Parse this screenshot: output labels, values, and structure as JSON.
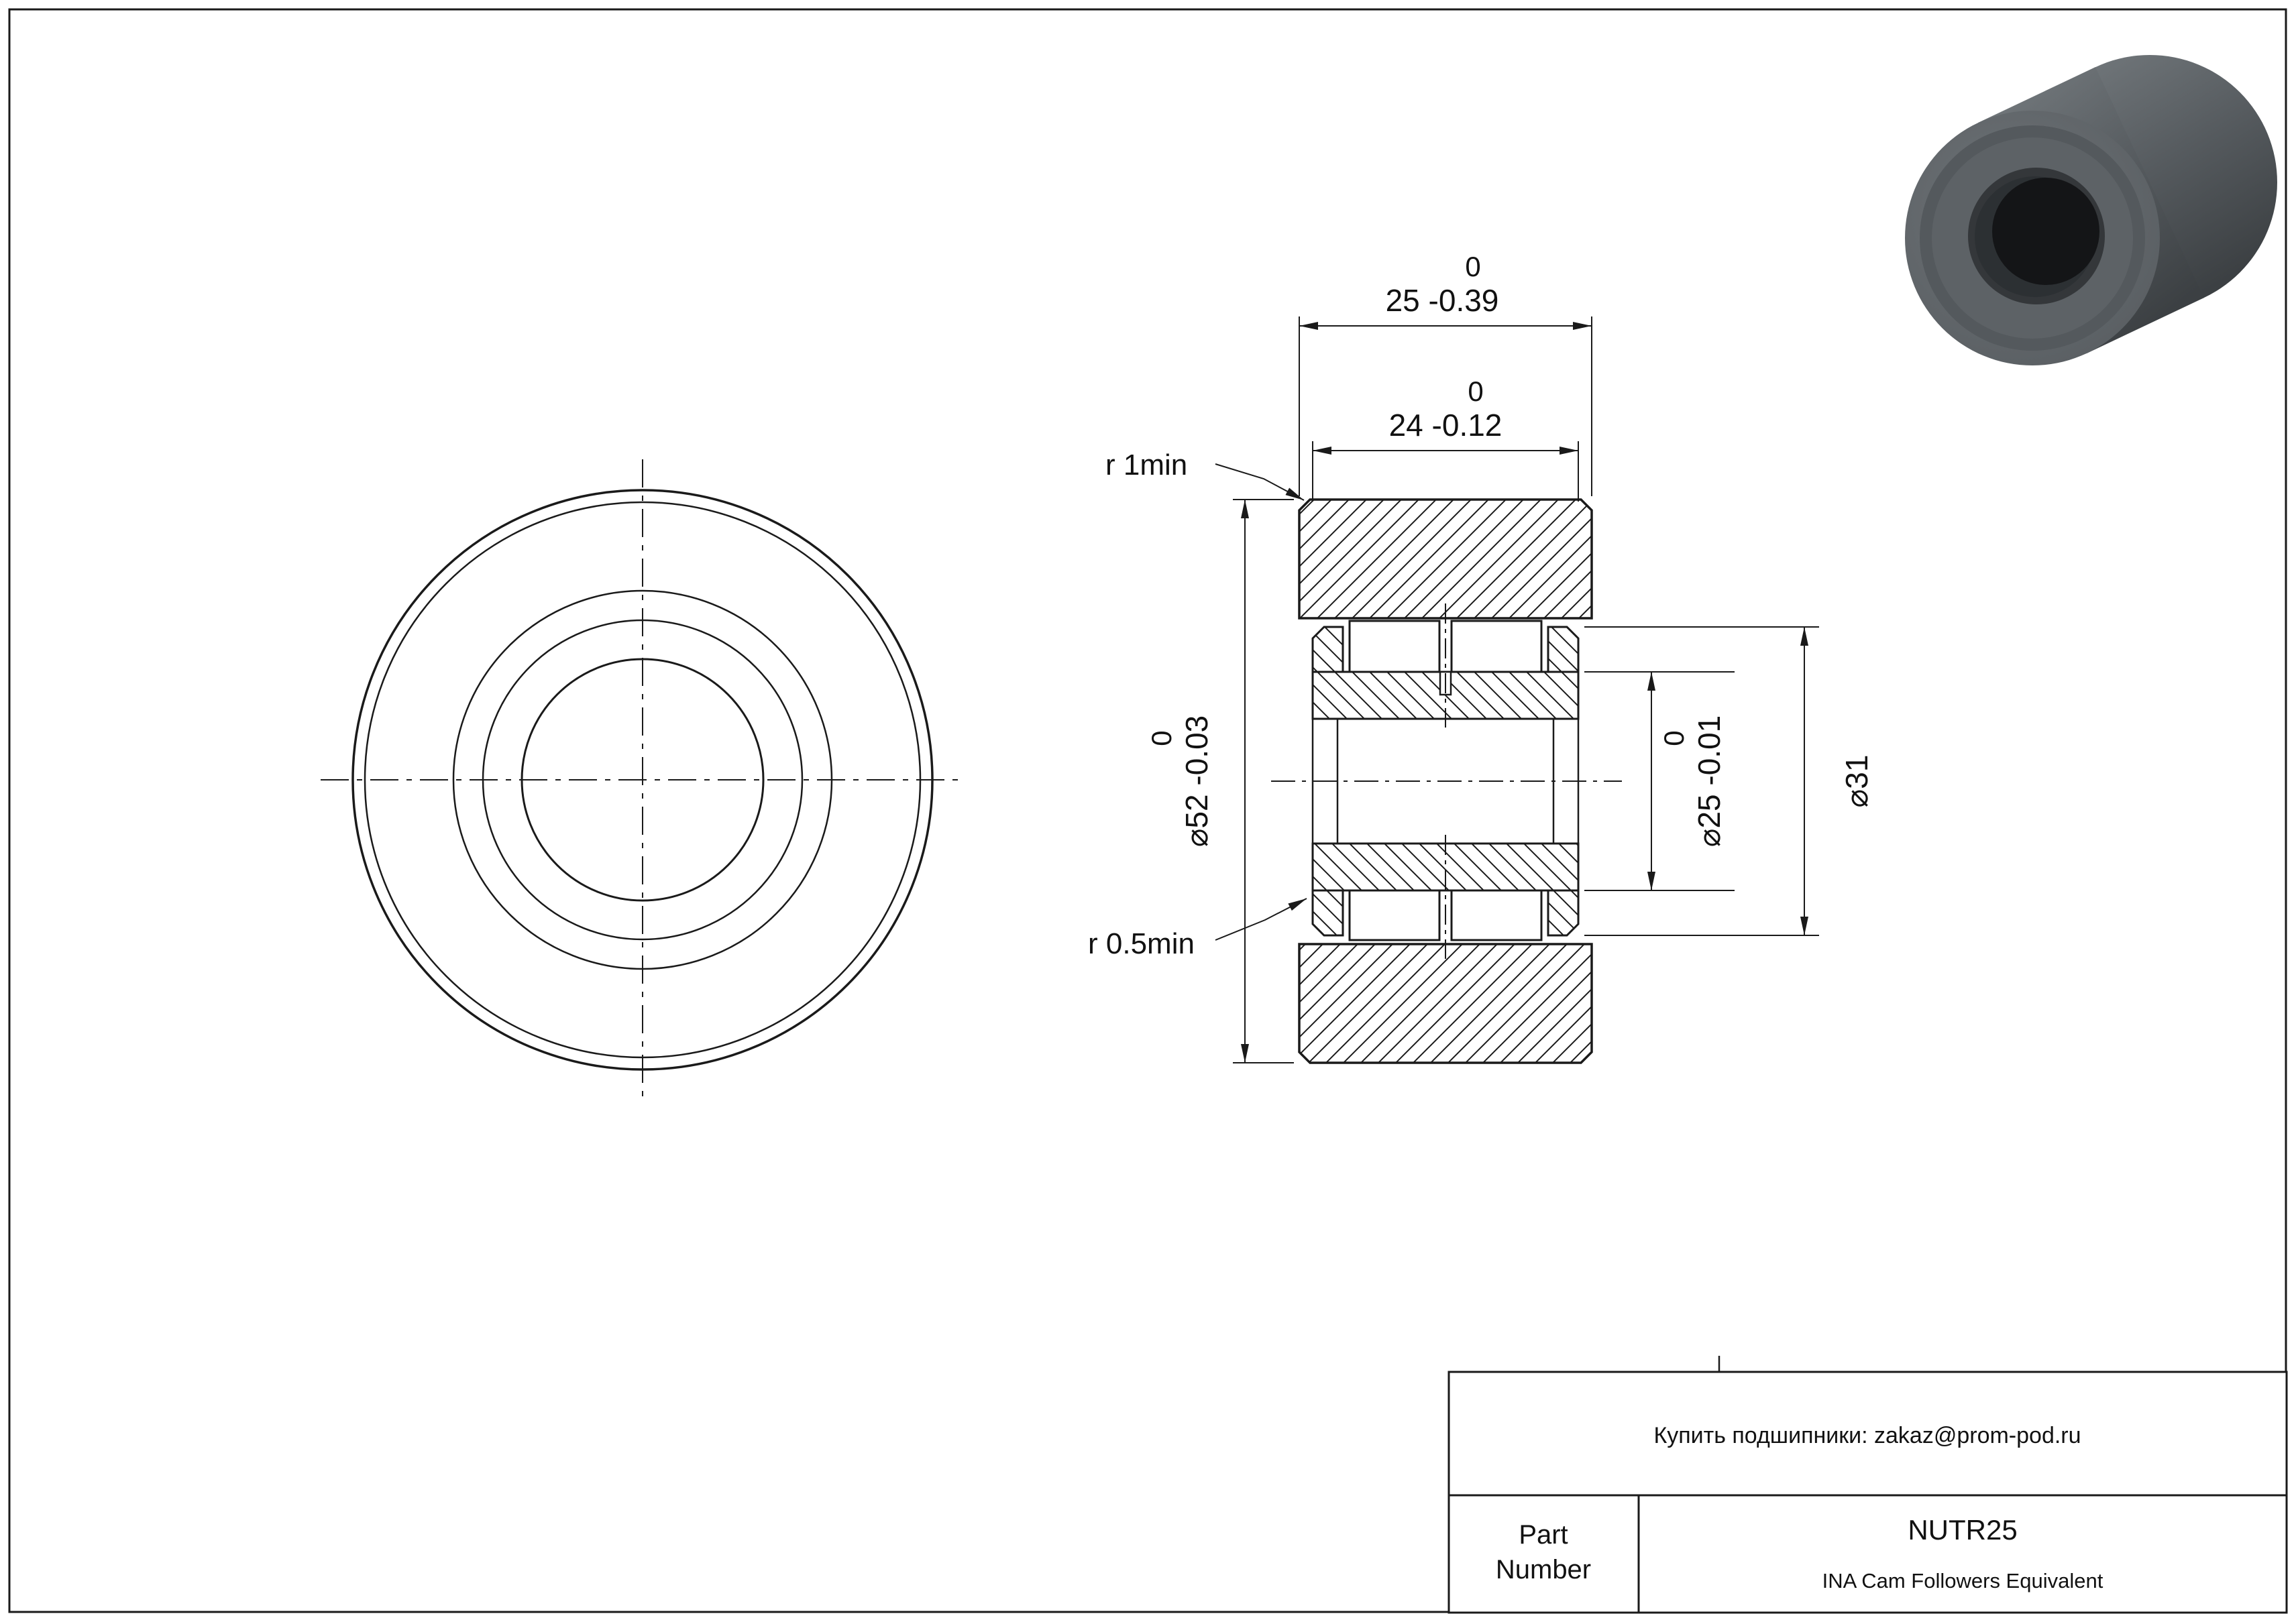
{
  "dims": {
    "outer_width_upper": "0",
    "outer_width": "25 -0.39",
    "inner_width_upper": "0",
    "inner_width": "24 -0.12",
    "outer_dia_upper": "0",
    "outer_dia": "⌀52 -0.03",
    "bore_dia_upper": "0",
    "bore_dia": "⌀25 -0.01",
    "flange_dia": "⌀31",
    "fillet_outer": "r 1min",
    "fillet_inner": "r 0.5min"
  },
  "title_block": {
    "contact": "Купить подшипники: zakaz@prom-pod.ru",
    "part_label_1": "Part",
    "part_label_2": "Number",
    "part_number": "NUTR25",
    "equivalent": "INA Cam Followers Equivalent"
  },
  "colors": {
    "line": "#1a1a1a",
    "render_body": "#565b5f",
    "render_hole": "#141517"
  }
}
